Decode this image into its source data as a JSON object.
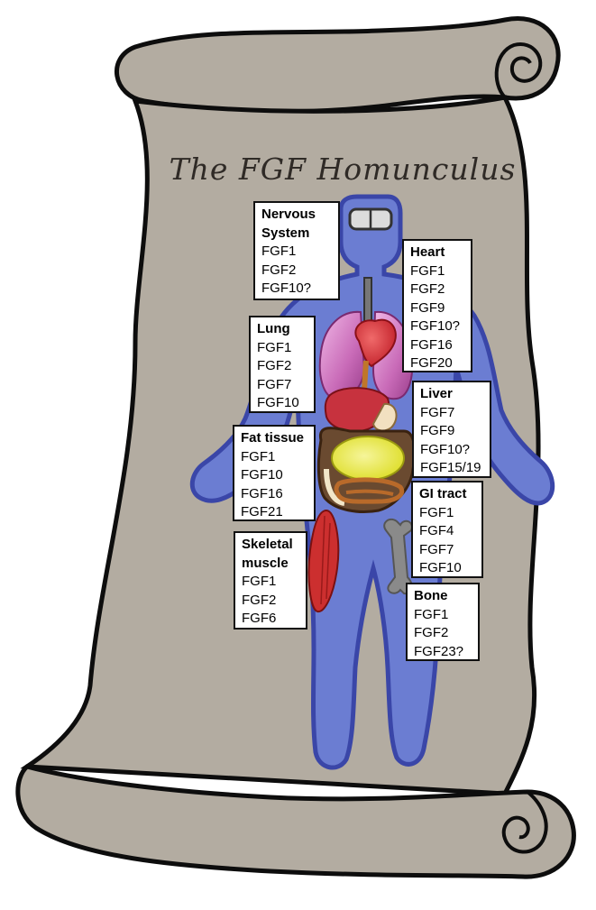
{
  "title": "The FGF Homunculus",
  "colors": {
    "scroll_fill": "#b3aca1",
    "scroll_outline": "#0d0d0d",
    "body_fill": "#6b7dd2",
    "body_outline": "#3a46a8",
    "lung": "#c96bb8",
    "heart": "#d8333a",
    "liver": "#c7323e",
    "stomach": "#e9e84a",
    "intestine": "#b86a2a",
    "muscle": "#cc2f2f",
    "bone": "#8a8a8a"
  },
  "organs": [
    {
      "name": "Nervous System",
      "lines": [
        "Nervous",
        "System"
      ],
      "fgfs": [
        "FGF1",
        "FGF2",
        "FGF10?"
      ]
    },
    {
      "name": "Heart",
      "lines": [
        "Heart"
      ],
      "fgfs": [
        "FGF1",
        "FGF2",
        "FGF9",
        "FGF10?",
        "FGF16",
        "FGF20"
      ]
    },
    {
      "name": "Lung",
      "lines": [
        "Lung"
      ],
      "fgfs": [
        "FGF1",
        "FGF2",
        "FGF7",
        "FGF10"
      ]
    },
    {
      "name": "Liver",
      "lines": [
        "Liver"
      ],
      "fgfs": [
        "FGF7",
        "FGF9",
        "FGF10?",
        "FGF15/19"
      ]
    },
    {
      "name": "Fat tissue",
      "lines": [
        "Fat tissue"
      ],
      "fgfs": [
        "FGF1",
        "FGF10",
        "FGF16",
        "FGF21"
      ]
    },
    {
      "name": "GI tract",
      "lines": [
        "GI tract"
      ],
      "fgfs": [
        "FGF1",
        "FGF4",
        "FGF7",
        "FGF10"
      ]
    },
    {
      "name": "Skeletal muscle",
      "lines": [
        "Skeletal",
        "muscle"
      ],
      "fgfs": [
        "FGF1",
        "FGF2",
        "FGF6"
      ]
    },
    {
      "name": "Bone",
      "lines": [
        "Bone"
      ],
      "fgfs": [
        "FGF1",
        "FGF2",
        "FGF23?"
      ]
    }
  ]
}
